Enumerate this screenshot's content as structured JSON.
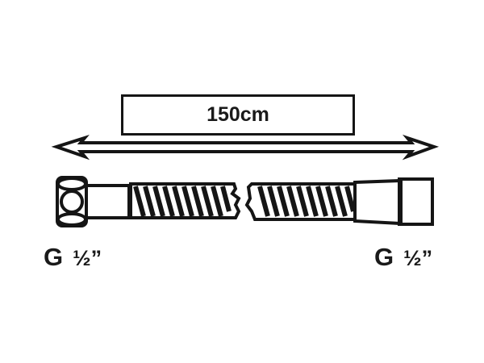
{
  "diagram": {
    "type": "hose dimension drawing",
    "length_label": "150cm",
    "left_connector": {
      "label_letter": "G",
      "label_size": "½”"
    },
    "right_connector": {
      "label_letter": "G",
      "label_size": "½”"
    },
    "icons": {
      "dimension_arrow": "double-headed-outline-arrow",
      "left_fitting": "hex-nut-icon",
      "right_fitting": "cone-fitting-icon",
      "hose": "spiral-hose-icon"
    },
    "colors": {
      "line": "#151515",
      "background": "#ffffff"
    }
  }
}
